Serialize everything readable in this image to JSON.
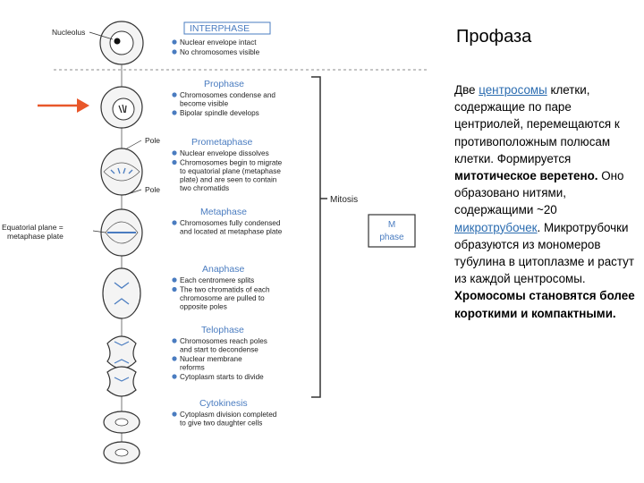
{
  "diagram": {
    "top_labels": {
      "nucleolus": "Nucleolus"
    },
    "interphase": {
      "title": "INTERPHASE",
      "bullets": [
        "Nuclear envelope intact",
        "No chromosomes visible"
      ]
    },
    "stages": [
      {
        "title": "Prophase",
        "bullets": [
          [
            "Chromosomes condense and",
            "become visible"
          ],
          [
            "Bipolar spindle develops"
          ]
        ]
      },
      {
        "title": "Prometaphase",
        "bullets": [
          [
            "Nuclear envelope dissolves"
          ],
          [
            "Chromosomes begin to migrate",
            "to equatorial plane (metaphase",
            "plate) and are seen to contain",
            "two chromatids"
          ]
        ]
      },
      {
        "title": "Metaphase",
        "bullets": [
          [
            "Chromosomes fully condensed",
            "and located at metaphase plate"
          ]
        ]
      },
      {
        "title": "Anaphase",
        "bullets": [
          [
            "Each centromere splits"
          ],
          [
            "The two chromatids of each",
            "chromosome are pulled to",
            "opposite poles"
          ]
        ]
      },
      {
        "title": "Telophase",
        "bullets": [
          [
            "Chromosomes reach poles",
            "and start to decondense"
          ],
          [
            "Nuclear membrane",
            "reforms"
          ],
          [
            "Cytoplasm starts to divide"
          ]
        ]
      },
      {
        "title": "Cytokinesis",
        "bullets": [
          [
            "Cytoplasm division completed",
            "to give two daughter cells"
          ]
        ]
      }
    ],
    "side_labels": {
      "pole_top": "Pole",
      "pole_bottom": "Pole",
      "equatorial_line1": "Equatorial plane =",
      "equatorial_line2": "metaphase plate"
    },
    "mitosis_label": "Mitosis",
    "m_phase_line1": "M",
    "m_phase_line2": "phase",
    "colors": {
      "accent": "#4a7cc0",
      "arrow": "#e8572a"
    }
  },
  "slide": {
    "title": "Профаза",
    "body": [
      {
        "text": "Две ",
        "style": "normal"
      },
      {
        "text": "центросомы",
        "style": "link"
      },
      {
        "text": " клетки, содержащие по паре центриолей, перемещаются к противоположным полюсам клетки. Формируется ",
        "style": "normal"
      },
      {
        "text": "митотическое веретено.",
        "style": "strong"
      },
      {
        "text": " Оно образовано нитями, содержащими ~20 ",
        "style": "normal"
      },
      {
        "text": "микротрубочек",
        "style": "link"
      },
      {
        "text": ". Микротрубочки образуются из мономеров тубулина в цитоплазме и растут из каждой центросомы. ",
        "style": "normal"
      },
      {
        "text": "Хромосомы становятся более короткими и компактными.",
        "style": "strong"
      }
    ]
  }
}
